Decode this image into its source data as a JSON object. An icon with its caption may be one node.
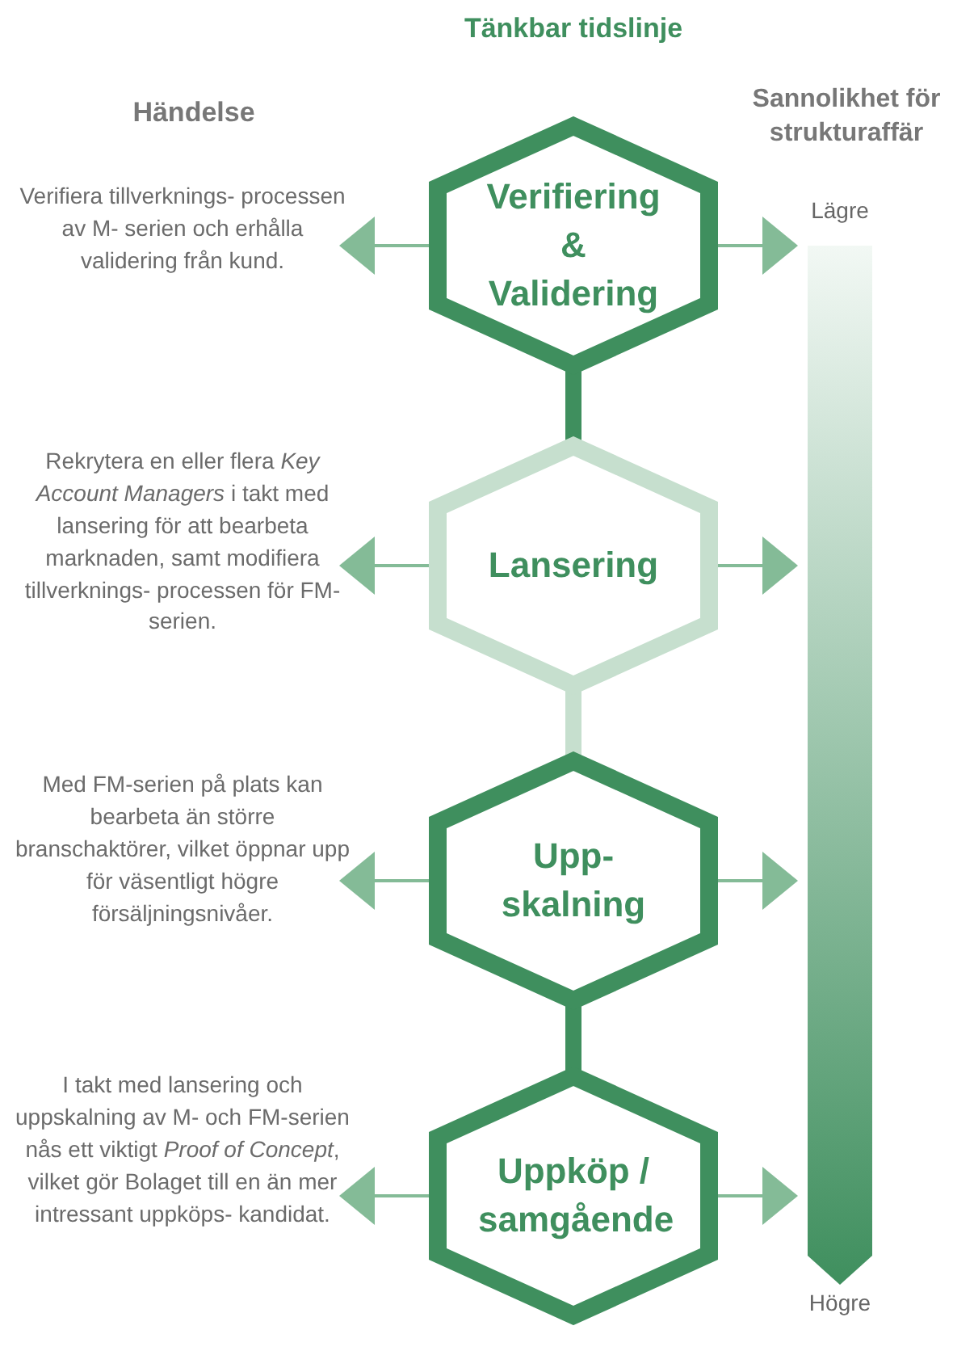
{
  "diagram": {
    "title": "Tänkbar tidslinje",
    "nodes": [
      {
        "text": [
          "Verifiering & Validering"
        ]
      },
      {
        "text": [
          "Lansering"
        ]
      },
      {
        "text": [
          "Upp- skalning"
        ]
      },
      {
        "text": [
          "Uppköp / samgående"
        ]
      },
      {
        "text": [
          "Verifiera tillverknings- processen av M- serien och erhålla validering från kund."
        ]
      },
      {
        "text": [
          "Rekrytera en eller flera *Key Account Managers* i takt med lansering för att bearbeta marknaden, samt modifiera tillverknings- processen för FM-serien."
        ]
      },
      {
        "text": [
          "Med FM-serien på plats kan bearbeta än större branschaktörer, vilket öppnar upp för väsentligt högre försäljningsnivåer."
        ]
      },
      {
        "text": [
          "I takt med lansering och uppskalning av M- och FM-serien nås ett viktigt *Proof of Concept*, vilket gör Bolaget till en än mer intressant uppköps- kandidat."
        ]
      },
      {
        "text": [],
        "shape": "bar"
      }
    ],
    "edges": [
      {
        "from": 0,
        "to": 4,
        "arrow": "to"
      },
      {
        "from": 0,
        "to": 8,
        "arrow": "to"
      },
      {
        "from": 1,
        "to": 5,
        "arrow": "to"
      },
      {
        "from": 1,
        "to": 8,
        "arrow": "to"
      },
      {
        "from": 2,
        "to": 6,
        "arrow": "to"
      },
      {
        "from": 2,
        "to": 8,
        "arrow": "to"
      },
      {
        "from": 3,
        "to": 7,
        "arrow": "to"
      },
      {
        "from": 3,
        "to": 8,
        "arrow": "to"
      },
      {
        "from": 0,
        "to": 1,
        "arrow": "none",
        "style": "thick"
      },
      {
        "from": 1,
        "to": 2,
        "arrow": "none",
        "style": "thick"
      },
      {
        "from": 2,
        "to": 3,
        "arrow": "none",
        "style": "thick"
      }
    ],
    "labels": [
      "Händelse",
      "Sannolikhet för strukturaffär",
      "Lägre",
      "Högre"
    ]
  }
}
